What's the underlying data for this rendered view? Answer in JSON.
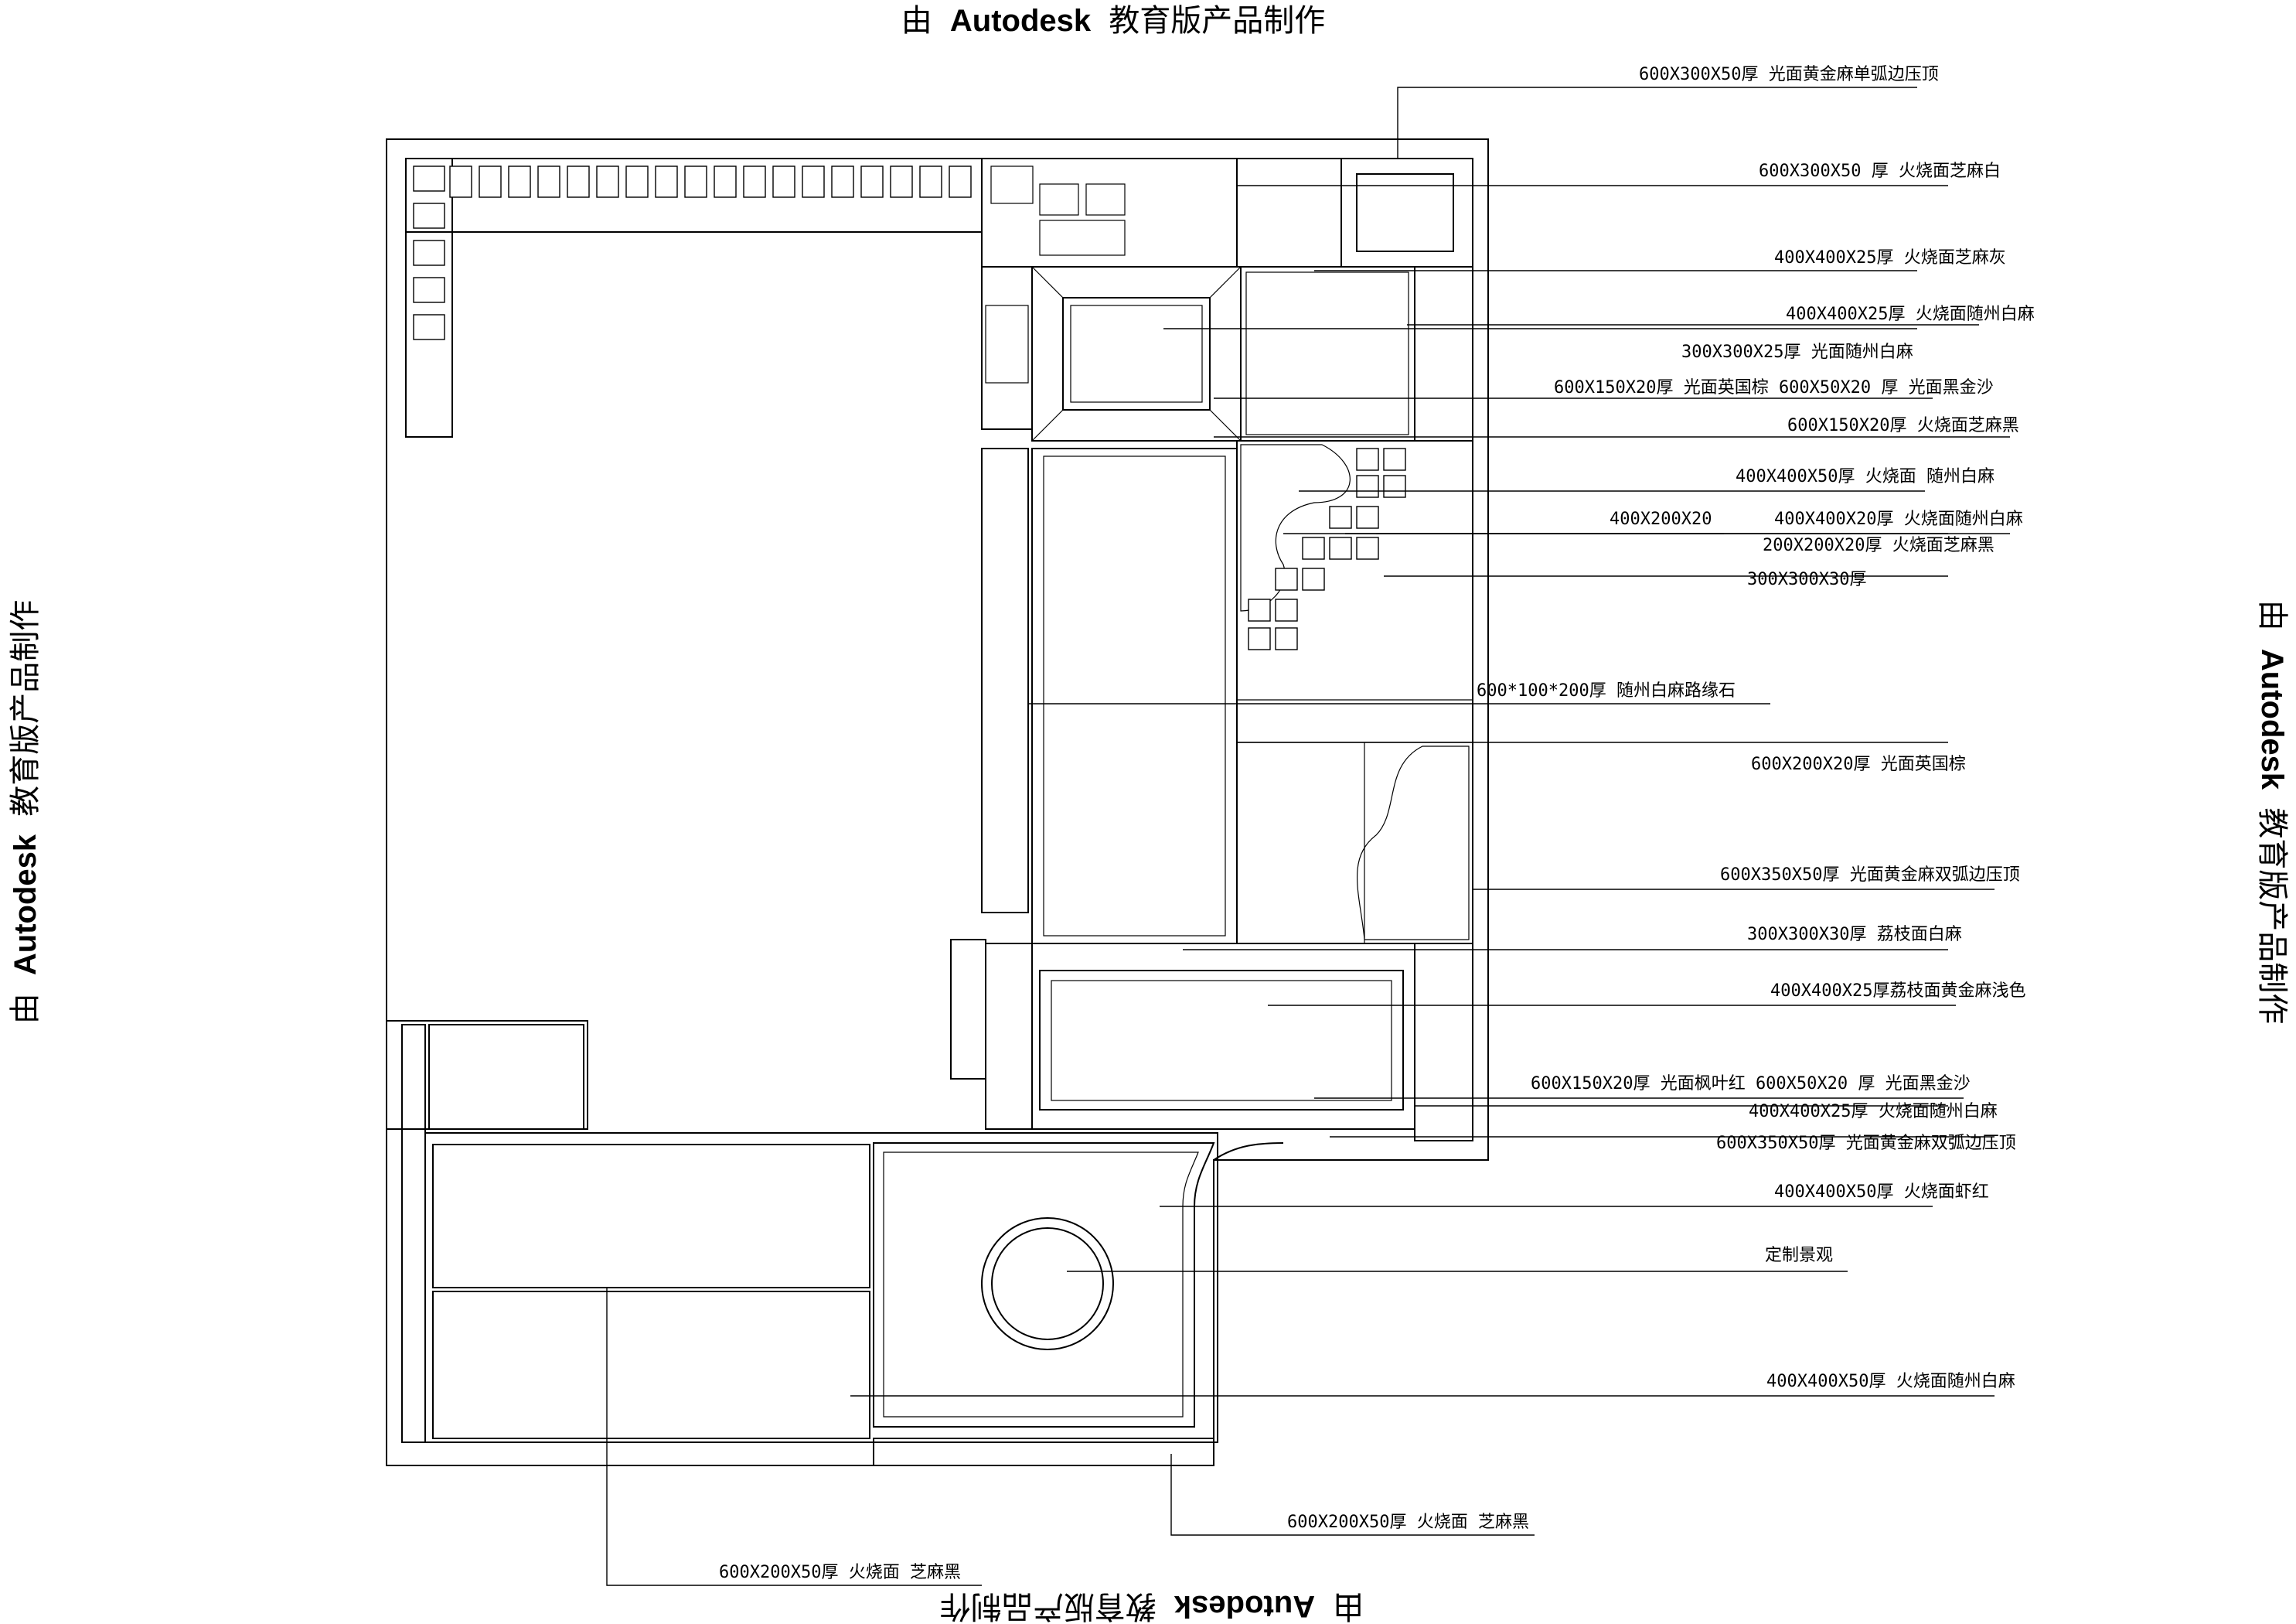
{
  "watermark": {
    "prefix": "由",
    "brand": "Autodesk",
    "suffix": "教育版产品制作"
  },
  "labels": [
    "600X300X50厚 光面黄金麻单弧边压顶",
    "600X300X50 厚 火烧面芝麻白",
    "400X400X25厚 火烧面芝麻灰",
    "400X400X25厚 火烧面随州白麻",
    "300X300X25厚 光面随州白麻",
    "600X150X20厚 光面英国棕 600X50X20 厚 光面黑金沙",
    "600X150X20厚 火烧面芝麻黑",
    "400X400X50厚 火烧面 随州白麻",
    "400X200X20",
    "400X400X20厚 火烧面随州白麻",
    "200X200X20厚 火烧面芝麻黑",
    "300X300X30厚",
    "600*100*200厚 随州白麻路缘石",
    "600X200X20厚 光面英国棕",
    "600X350X50厚 光面黄金麻双弧边压顶",
    "300X300X30厚 荔枝面白麻",
    "400X400X25厚荔枝面黄金麻浅色",
    "600X150X20厚 光面枫叶红 600X50X20 厚 光面黑金沙",
    "400X400X25厚 火烧面随州白麻",
    "600X350X50厚 光面黄金麻双弧边压顶",
    "400X400X50厚 火烧面虾红",
    "定制景观",
    "400X400X50厚 火烧面随州白麻",
    "600X200X50厚 火烧面 芝麻黑",
    "600X200X50厚 火烧面 芝麻黑"
  ]
}
